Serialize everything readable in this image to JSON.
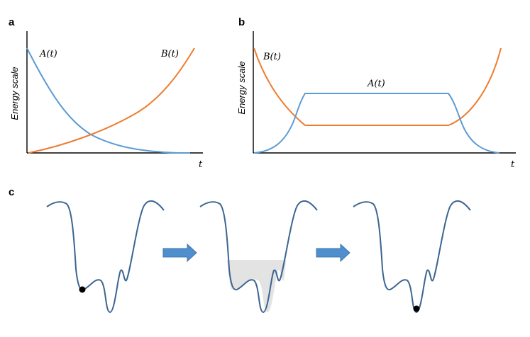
{
  "panels": {
    "a": {
      "letter": "a",
      "ylabel": "Energy scale",
      "xlabel": "t",
      "label_a": "A(t)",
      "label_b": "B(t)"
    },
    "b": {
      "letter": "b",
      "ylabel": "Energy scale",
      "xlabel": "t",
      "label_a": "A(t)",
      "label_b": "B(t)"
    },
    "c": {
      "letter": "c"
    }
  },
  "colors": {
    "curve_a": "#5b9bd5",
    "curve_b": "#ed7d31",
    "landscape": "#3c6591",
    "arrow": "#4f8fce",
    "fill": "#e3e3e3"
  }
}
